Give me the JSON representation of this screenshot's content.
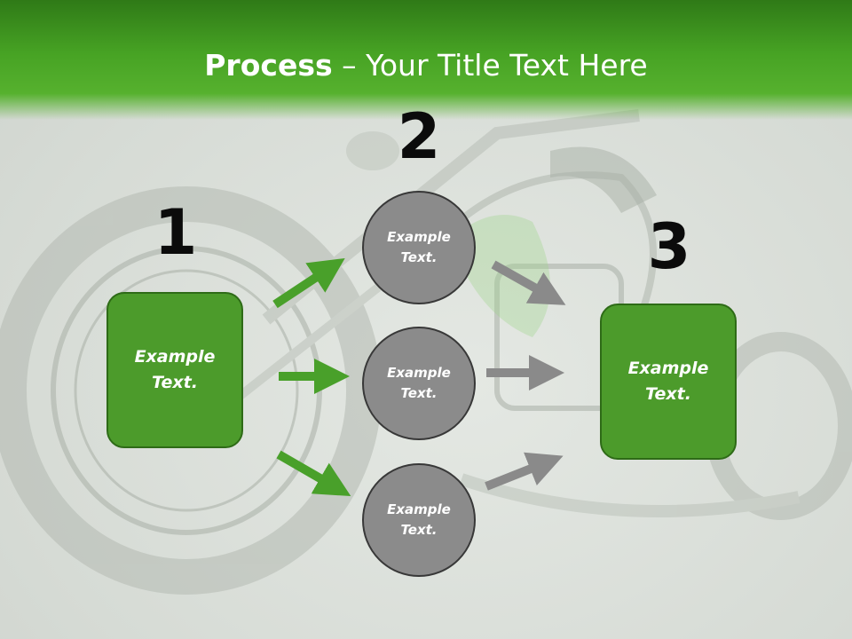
{
  "slide": {
    "title_bold": "Process",
    "title_rest": " – Your Title Text Here"
  },
  "steps": [
    {
      "number": "1",
      "text": "Example Text."
    },
    {
      "number": "2",
      "text": ""
    },
    {
      "number": "3",
      "text": "Example Text."
    }
  ],
  "circles": [
    {
      "text": "Example Text."
    },
    {
      "text": "Example Text."
    },
    {
      "text": "Example Text."
    }
  ],
  "colors": {
    "header_green": "#47a324",
    "box_green": "#4c9b2b",
    "arrow_green": "#49a02a",
    "circle_gray": "#8b8b8b",
    "arrow_gray": "#8a8a8a"
  }
}
